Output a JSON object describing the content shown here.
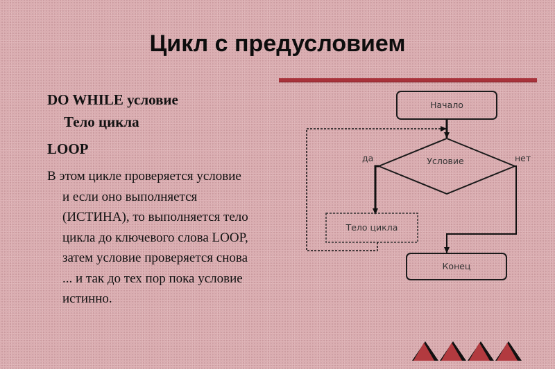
{
  "slide": {
    "title": "Цикл с предусловием",
    "code": {
      "line1": "DO WHILE условие",
      "line2": "Тело цикла",
      "line3": "LOOP"
    },
    "description": [
      "В этом цикле проверяется условие",
      "и если оно выполняется",
      "(ИСТИНА), то выполняется тело",
      "цикла до ключевого слова LOOP,",
      "затем условие проверяется снова",
      "... и так до тех пор пока условие",
      "истинно."
    ]
  },
  "flowchart": {
    "start": "Начало",
    "condition": "Условие",
    "yes": "да",
    "no": "нет",
    "body": "Тело цикла",
    "end": "Конец"
  },
  "colors": {
    "background": "#d9a9ad",
    "rule": "#a8323a",
    "triangle_red": "#b23a3f",
    "triangle_dark": "#111111"
  },
  "icons": [
    "navigation-triangle-icon",
    "navigation-triangle-icon",
    "navigation-triangle-icon",
    "navigation-triangle-icon"
  ]
}
